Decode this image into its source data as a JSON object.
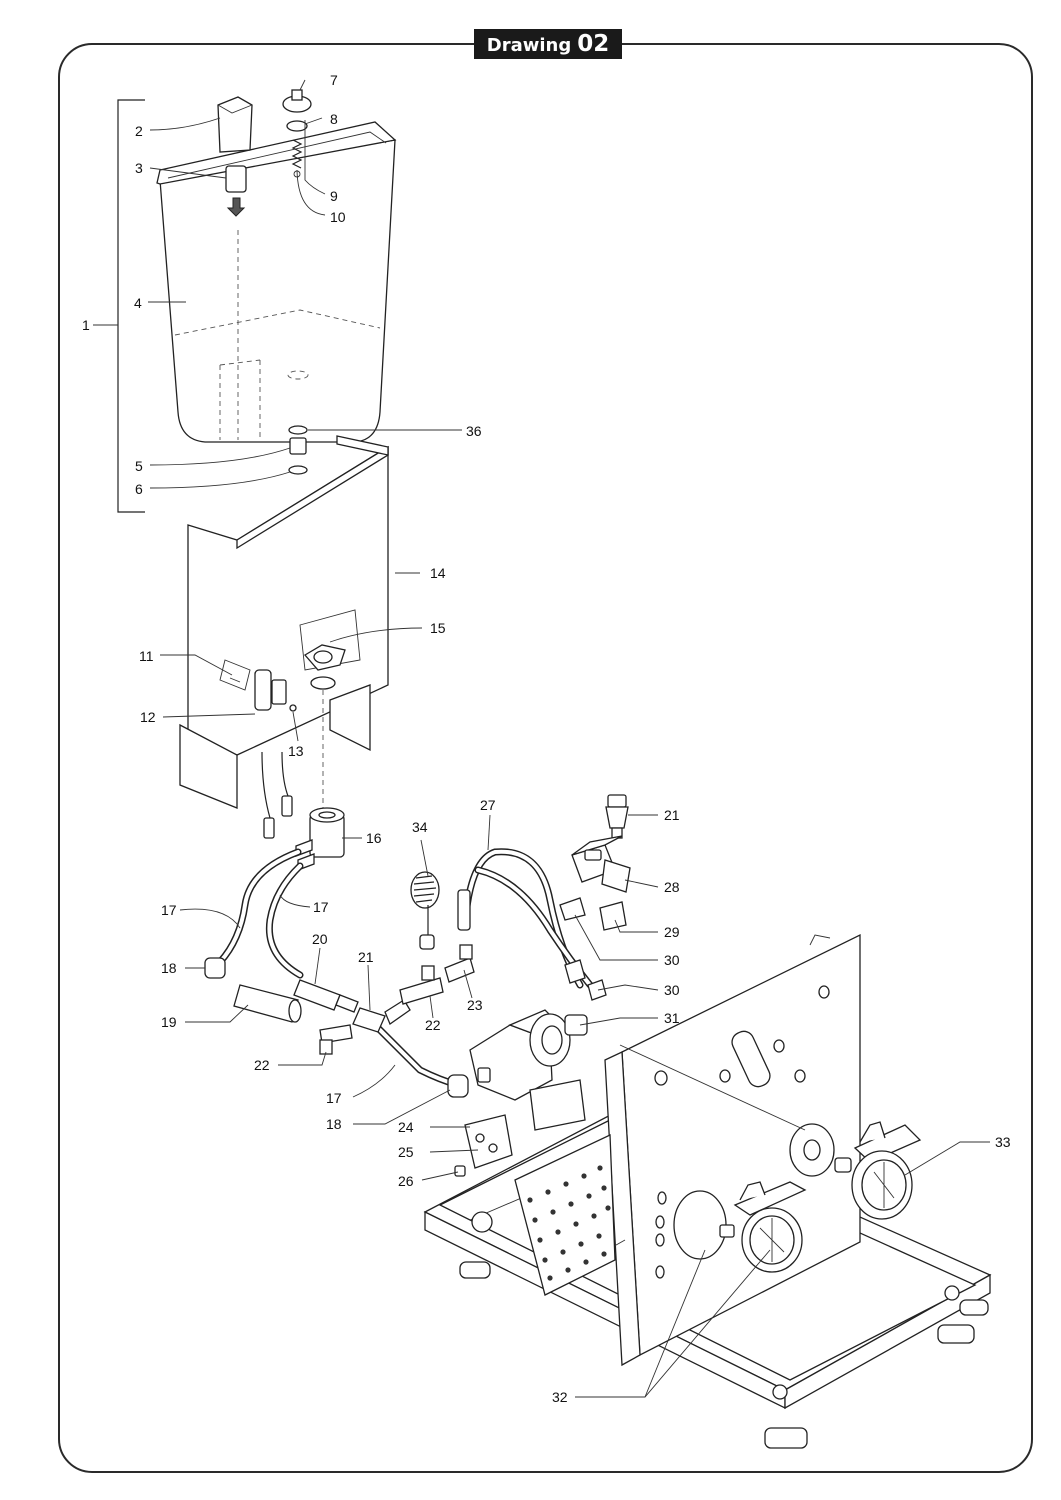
{
  "header": {
    "title_word": "Drawing",
    "title_number": "02"
  },
  "callouts": {
    "c1": "1",
    "c2": "2",
    "c3": "3",
    "c4": "4",
    "c5": "5",
    "c6": "6",
    "c7": "7",
    "c8": "8",
    "c9": "9",
    "c10": "10",
    "c11": "11",
    "c12": "12",
    "c13": "13",
    "c14": "14",
    "c15": "15",
    "c16": "16",
    "c17a": "17",
    "c17b": "17",
    "c17c": "17",
    "c18a": "18",
    "c18b": "18",
    "c19": "19",
    "c20": "20",
    "c21a": "21",
    "c21b": "21",
    "c22a": "22",
    "c22b": "22",
    "c23": "23",
    "c24": "24",
    "c25": "25",
    "c26": "26",
    "c27": "27",
    "c28": "28",
    "c29": "29",
    "c30a": "30",
    "c30b": "30",
    "c31": "31",
    "c32": "32",
    "c33": "33",
    "c34": "34",
    "c36": "36"
  }
}
